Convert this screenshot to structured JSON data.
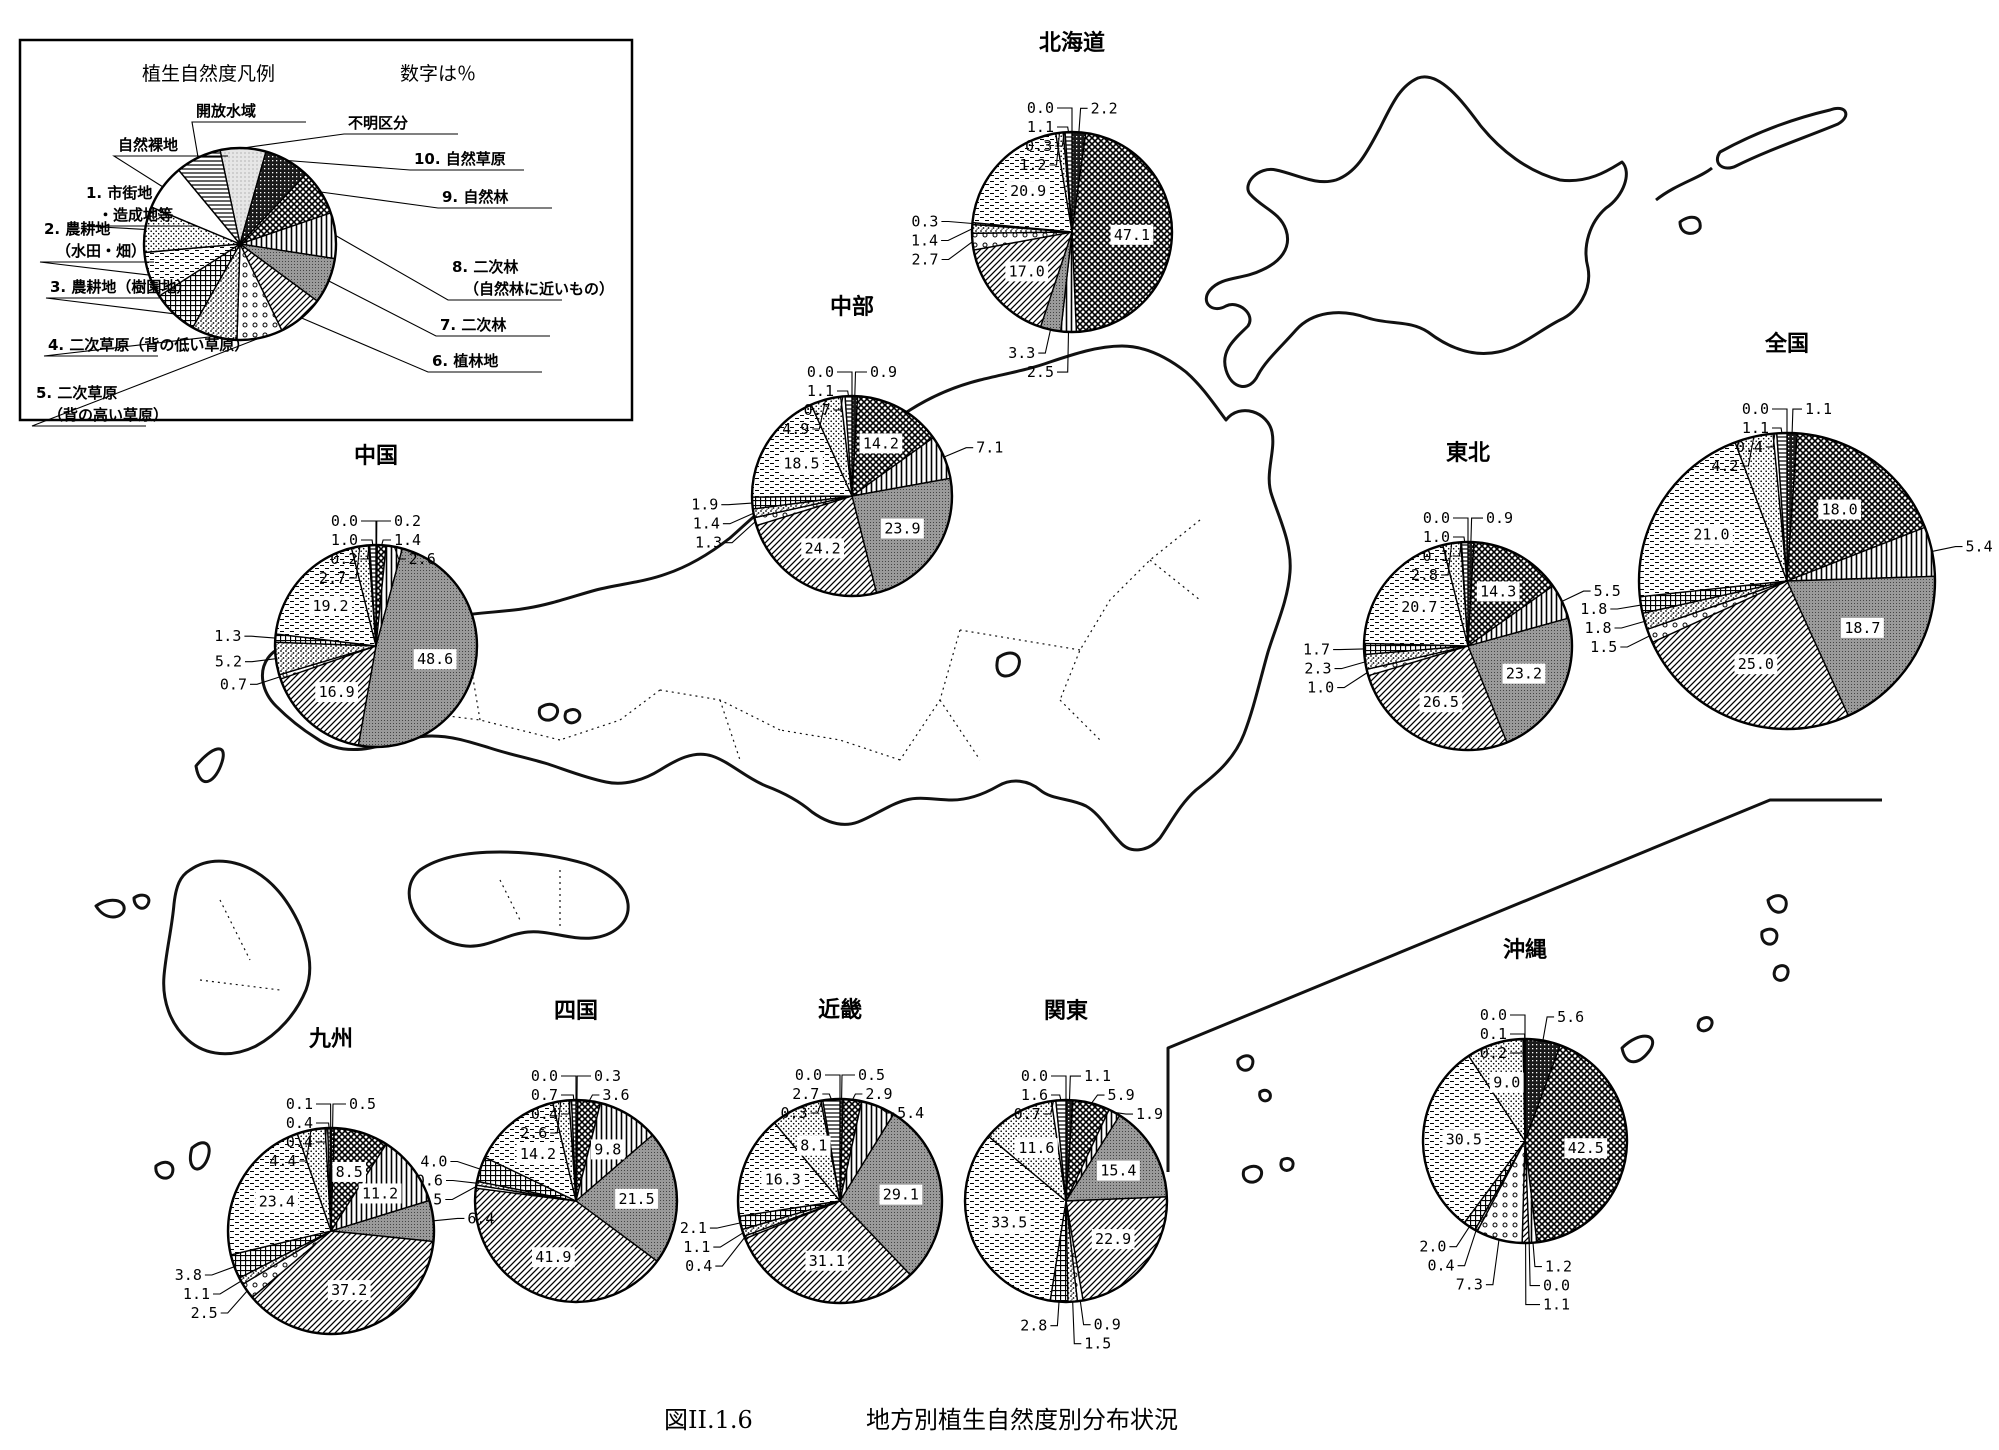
{
  "caption": {
    "figure_no": "図II.1.6",
    "title": "地方別植生自然度別分布状況"
  },
  "legend": {
    "title": "植生自然度凡例",
    "unit_note": "数字は％",
    "categories": [
      {
        "label": "不明区分",
        "pattern": "p-dots-fine"
      },
      {
        "label": "10. 自然草原",
        "pattern": "p-dense"
      },
      {
        "label": "9. 自然林",
        "pattern": "p-cross"
      },
      {
        "label": "8. 二次林",
        "sublabel": "（自然林に近いもの）",
        "pattern": "p-vert"
      },
      {
        "label": "7. 二次林",
        "pattern": "p-gray"
      },
      {
        "label": "6. 植林地",
        "pattern": "p-diag"
      },
      {
        "label": "5. 二次草原",
        "sublabel": "（背の高い草原）",
        "pattern": "p-circles"
      },
      {
        "label": "4. 二次草原（背の低い草原）",
        "pattern": "p-speck"
      },
      {
        "label": "3. 農耕地（樹園地）",
        "pattern": "p-grid"
      },
      {
        "label": "2. 農耕地",
        "sublabel": "（水田・畑）",
        "pattern": "p-dash"
      },
      {
        "label": "1. 市街地",
        "sublabel": "・造成地等",
        "pattern": "p-dots"
      },
      {
        "label": "自然裸地",
        "pattern": "p-white"
      },
      {
        "label": "開放水域",
        "pattern": "p-hstripe"
      }
    ]
  },
  "chart_data": {
    "type": "pie",
    "unit": "%",
    "category_order": [
      "10. 自然草原",
      "9. 自然林",
      "8. 二次林（自然林に近いもの）",
      "7. 二次林",
      "6. 植林地",
      "5. 二次草原（背の高い草原）",
      "4. 二次草原（背の低い草原）",
      "3. 農耕地（樹園地）",
      "2. 農耕地（水田・畑）",
      "1. 市街地・造成地等",
      "自然裸地",
      "開放水域",
      "不明区分"
    ],
    "regions": [
      {
        "name": "北海道",
        "values": [
          2.2,
          47.1,
          2.5,
          3.3,
          17.0,
          2.7,
          1.4,
          0.3,
          20.9,
          1.2,
          0.3,
          1.1,
          0.0
        ],
        "labels": [
          "2.2",
          "47.1",
          "2.5",
          "3.3",
          "17.0",
          "2.7",
          "1.4",
          "0.3",
          "20.9",
          "1.2",
          "0.3",
          "1.1",
          "0.0"
        ]
      },
      {
        "name": "全国",
        "values": [
          1.1,
          18.0,
          5.4,
          18.7,
          25.0,
          1.5,
          1.8,
          1.8,
          21.0,
          4.2,
          0.4,
          1.1,
          0.0
        ],
        "labels": [
          "1.1",
          "18.0",
          "5.4",
          "18.7",
          "25.0",
          "1.5",
          "1.8",
          "1.8",
          "21.0",
          "4.2",
          "0.4",
          "1.1",
          "0.0"
        ]
      },
      {
        "name": "東北",
        "values": [
          0.9,
          14.3,
          5.5,
          23.2,
          26.5,
          1.0,
          2.3,
          1.7,
          20.7,
          2.8,
          0.1,
          1.0,
          0.0
        ],
        "labels": [
          "0.9",
          "14.3",
          "5.5",
          "23.2",
          "26.5",
          "1.0",
          "2.3",
          "1.7",
          "20.7",
          "2.8",
          "0.1",
          "1.0",
          "0.0"
        ]
      },
      {
        "name": "中部",
        "values": [
          0.9,
          14.2,
          7.1,
          23.9,
          24.2,
          1.3,
          1.4,
          1.9,
          18.5,
          4.9,
          0.7,
          1.1,
          0.0
        ],
        "labels": [
          "0.9",
          "14.2",
          "7.1",
          "23.9",
          "24.2",
          "1.3",
          "1.4",
          "1.9",
          "18.5",
          "4.9",
          "0.7",
          "1.1",
          "0.0"
        ]
      },
      {
        "name": "中国",
        "values": [
          0.2,
          1.4,
          2.6,
          48.6,
          16.9,
          0.7,
          5.2,
          1.3,
          19.2,
          2.7,
          0.2,
          1.0,
          0.0
        ],
        "labels": [
          "0.2",
          "1.4",
          "2.6",
          "48.6",
          "16.9",
          "0.7",
          "5.2",
          "1.3",
          "19.2",
          "2.7",
          "0.2",
          "1.0",
          "0.0"
        ]
      },
      {
        "name": "関東",
        "values": [
          1.1,
          5.9,
          1.9,
          15.4,
          22.9,
          0.9,
          1.5,
          2.8,
          33.5,
          11.6,
          0.7,
          1.6,
          0.0
        ],
        "labels": [
          "1.1",
          "5.9",
          "1.9",
          "15.4",
          "22.9",
          "0.9",
          "1.5",
          "2.8",
          "33.5",
          "11.6",
          "0.7",
          "1.6",
          "0.0"
        ]
      },
      {
        "name": "近畿",
        "values": [
          0.5,
          2.9,
          5.4,
          29.1,
          31.1,
          0.4,
          1.1,
          2.1,
          16.3,
          8.1,
          0.3,
          2.7,
          0.0
        ],
        "labels": [
          "0.5",
          "2.9",
          "5.4",
          "29.1",
          "31.1",
          "0.4",
          "1.1",
          "2.1",
          "16.3",
          "8.1",
          "0.3",
          "2.7",
          "0.0"
        ]
      },
      {
        "name": "四国",
        "values": [
          0.3,
          3.6,
          9.8,
          21.5,
          41.9,
          0.5,
          0.6,
          4.0,
          14.2,
          2.6,
          0.4,
          0.7,
          0.0
        ],
        "labels": [
          "0.3",
          "3.6",
          "9.8",
          "21.5",
          "41.9",
          "0.5",
          "0.6",
          "4.0",
          "14.2",
          "2.6",
          "0.4",
          "0.7",
          "0.0"
        ]
      },
      {
        "name": "九州",
        "values": [
          0.5,
          8.5,
          11.2,
          6.4,
          37.2,
          2.5,
          1.1,
          3.8,
          23.4,
          4.4,
          0.4,
          0.4,
          0.1
        ],
        "labels": [
          "0.5",
          "8.5",
          "11.2",
          "6.4",
          "37.2",
          "2.5",
          "1.1",
          "3.8",
          "23.4",
          "4.4",
          "0.4",
          "0.4",
          "0.1"
        ]
      },
      {
        "name": "沖縄",
        "values": [
          5.6,
          42.5,
          1.2,
          0.0,
          1.1,
          7.3,
          0.4,
          2.0,
          30.5,
          9.0,
          0.2,
          0.1,
          0.0
        ],
        "labels": [
          "5.6",
          "42.5",
          "1.2",
          "0.0",
          "1.1",
          "7.3",
          "0.4",
          "2.0",
          "30.5",
          "9.0",
          "0.2",
          "0.1",
          "0.0"
        ]
      }
    ]
  },
  "colors": {
    "ink": "#000000",
    "paper": "#ffffff",
    "gray": "#8a8a8a"
  }
}
